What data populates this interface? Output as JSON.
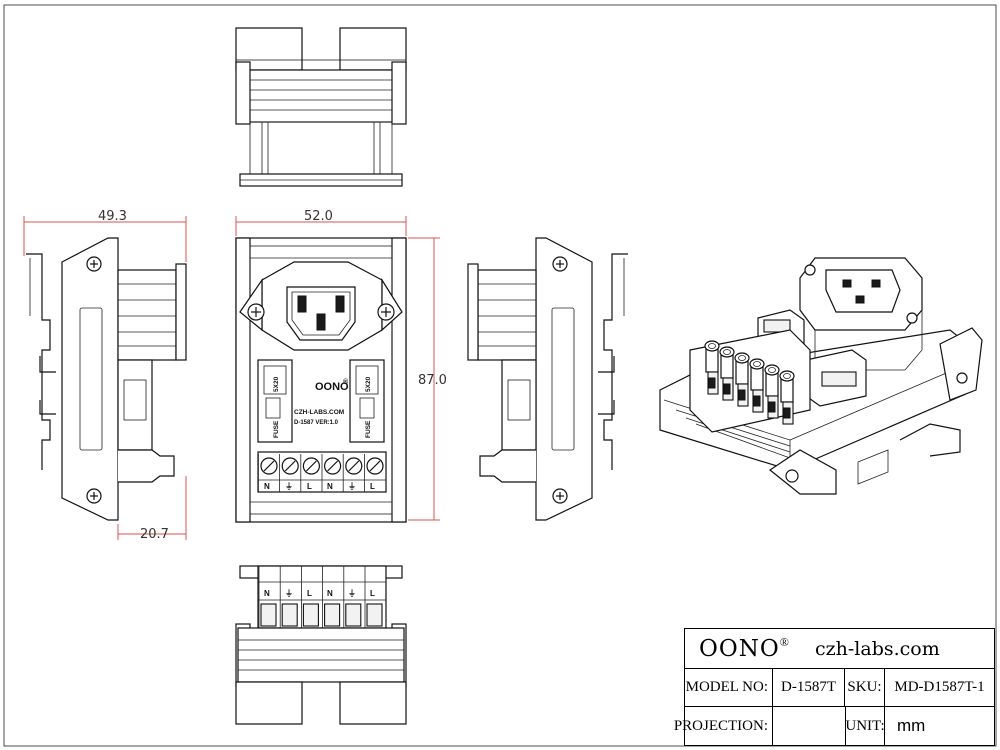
{
  "dimensions": {
    "side_width": "49.3",
    "front_width": "52.0",
    "height": "87.0",
    "depth": "20.7"
  },
  "module": {
    "brand_mark": "OONO",
    "brand_symbol": "®",
    "website_label": "CZH-LABS.COM",
    "model_version": "D-1587  VER:1.0",
    "fuse_label": "FUSE",
    "fuse_size": "5X20",
    "terminal_labels": [
      "N",
      "⏚",
      "L",
      "N",
      "⏚",
      "L"
    ]
  },
  "title_block": {
    "brand": "OONO",
    "brand_symbol": "®",
    "website": "czh-labs.com",
    "model_label": "MODEL NO:",
    "model_value": "D-1587T",
    "sku_label": "SKU:",
    "sku_value": "MD-D1587T-1",
    "projection_label": "PROJECTION:",
    "unit_label": "UNIT:",
    "unit_value": "mm"
  },
  "colors": {
    "dimension_line": "#d9534f",
    "outline": "#111111"
  }
}
